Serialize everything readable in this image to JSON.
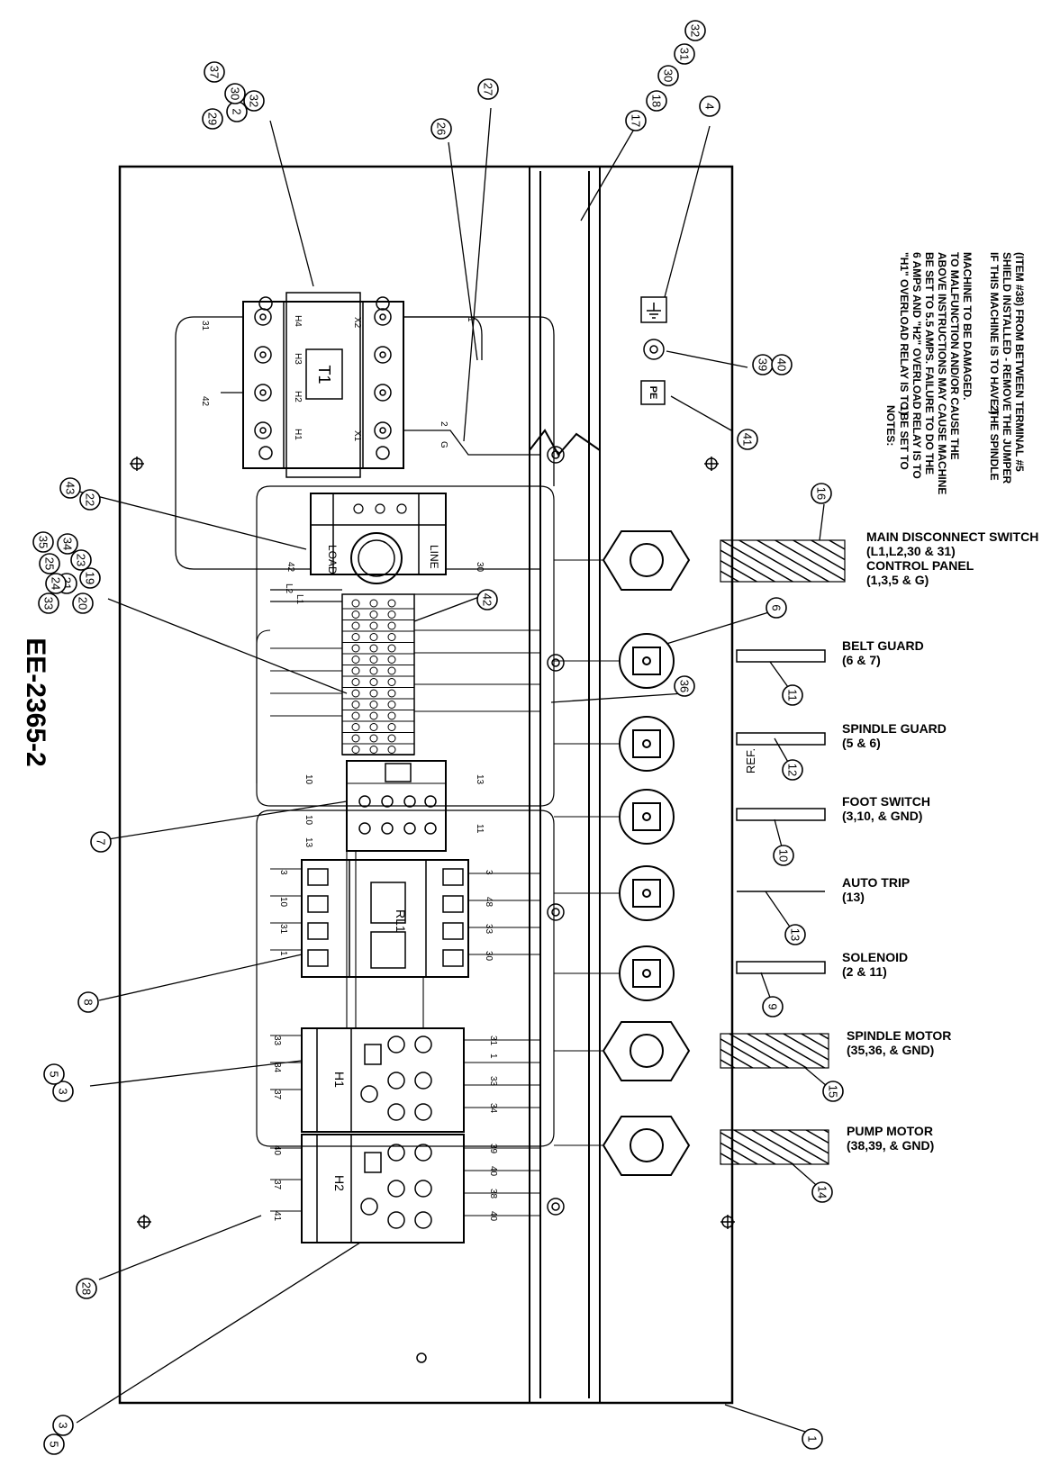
{
  "drawing_number": "EE-2365-2",
  "notes": {
    "heading": "NOTES:",
    "items": [
      {
        "num": "1)",
        "lines": [
          "\"H1\" OVERLOAD RELAY IS TO BE SET TO",
          "6 AMPS AND \"H2\" OVERLOAD RELAY IS TO",
          "BE SET TO 5.5 AMPS. FAILURE TO DO THE",
          "ABOVE INSTRUCTIONS MAY CAUSE MACHINE",
          "TO MALFUNCTION AND/OR CAUSE THE",
          "MACHINE TO BE DAMAGED."
        ]
      },
      {
        "num": "2)",
        "lines": [
          "IF THIS MACHINE IS TO HAVE THE SPINDLE",
          "SHIELD INSTALLED - REMOVE THE JUMPER",
          "(ITEM #38) FROM BETWEEN TERMINAL #5"
        ]
      }
    ]
  },
  "components": {
    "transformer": "T1",
    "transformer_terminals_top": [
      "H4",
      "H3",
      "H2",
      "H1"
    ],
    "transformer_terminals_bottom": [
      "X1",
      "X2"
    ],
    "disconnect_load": "LOAD",
    "disconnect_line": "LINE",
    "relay": "RL1",
    "overload_1": "H1",
    "overload_2": "H2",
    "pe_label": "PE",
    "ref_label": "REF."
  },
  "cables": [
    {
      "title": "MAIN DISCONNECT SWITCH",
      "line2": "(L1,L2,30 & 31)",
      "line3": "CONTROL PANEL",
      "line4": "(1,3,5 & G)"
    },
    {
      "title": "BELT GUARD",
      "line2": "(6 & 7)"
    },
    {
      "title": "SPINDLE GUARD",
      "line2": "(5 & 6)"
    },
    {
      "title": "FOOT SWITCH",
      "line2": "(3,10, & GND)"
    },
    {
      "title": "AUTO TRIP",
      "line2": "(13)"
    },
    {
      "title": "SOLENOID",
      "line2": "(2 & 11)"
    },
    {
      "title": "SPINDLE MOTOR",
      "line2": "(35,36, & GND)"
    },
    {
      "title": "PUMP MOTOR",
      "line2": "(38,39, & GND)"
    }
  ],
  "wire_labels": {
    "t_top": [
      "31",
      "42"
    ],
    "t_bottom": [
      "1",
      "2",
      "G"
    ],
    "disc": [
      "42",
      "30",
      "L2",
      "L1"
    ],
    "contactor_left": [
      "10",
      "10",
      "13"
    ],
    "contactor_right": [
      "13",
      "11"
    ],
    "relay_left": [
      "3",
      "10",
      "31",
      "1"
    ],
    "relay_right": [
      "3",
      "48",
      "33",
      "30"
    ],
    "h1_left": [
      "33",
      "34",
      "37"
    ],
    "h1_right": [
      "31",
      "1",
      "33",
      "34"
    ],
    "h2_left": [
      "40",
      "37",
      "41"
    ],
    "h2_right": [
      "39",
      "40",
      "38",
      "40"
    ]
  },
  "callouts": [
    "1",
    "3",
    "5",
    "3",
    "5",
    "28",
    "8",
    "7",
    "19",
    "20",
    "21",
    "23",
    "24",
    "25",
    "33",
    "34",
    "35",
    "22",
    "43",
    "29",
    "2",
    "32",
    "30",
    "37",
    "26",
    "27",
    "17",
    "18",
    "30",
    "31",
    "32",
    "4",
    "39",
    "40",
    "41",
    "16",
    "6",
    "36",
    "42",
    "11",
    "12",
    "10",
    "13",
    "9",
    "15",
    "14"
  ]
}
